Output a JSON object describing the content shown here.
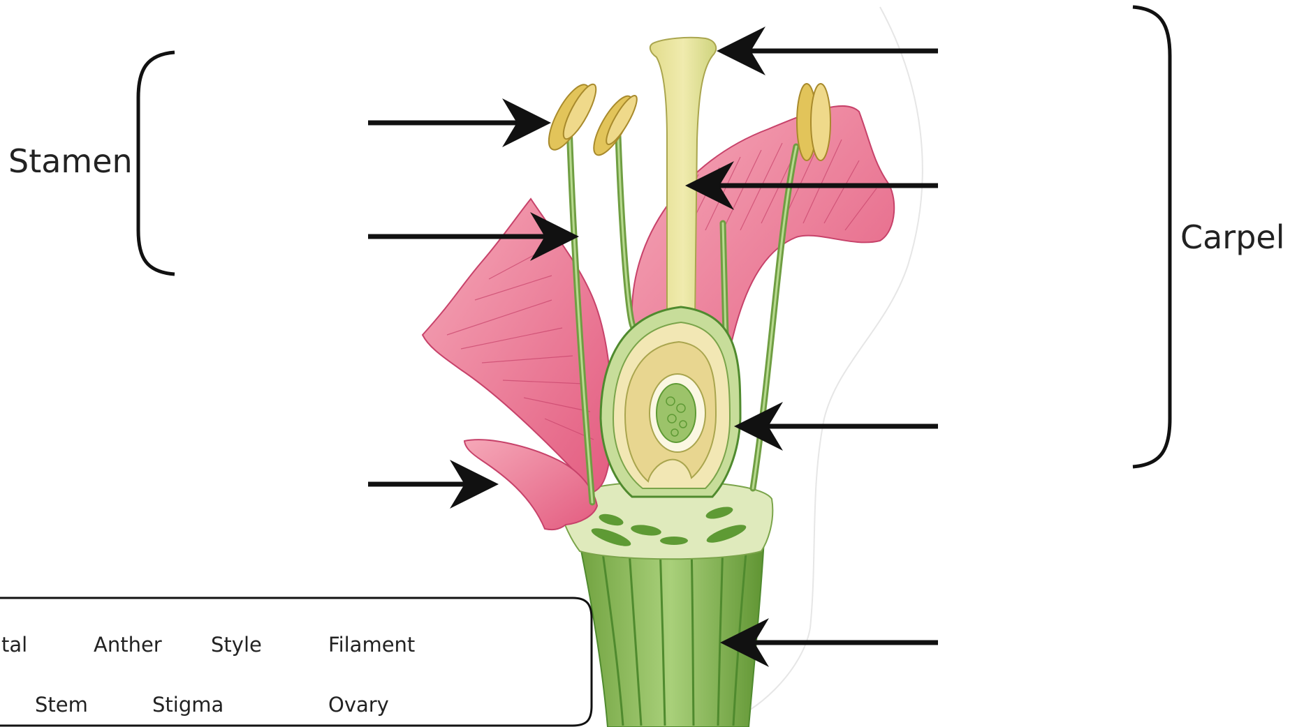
{
  "brackets": {
    "stamen_label": "Stamen",
    "carpel_label": "Carpel"
  },
  "word_bank": {
    "row1": [
      "tal",
      "Anther",
      "Style",
      "Filament"
    ],
    "row2": [
      "Stem",
      "Stigma",
      "Ovary"
    ]
  },
  "colors": {
    "petal": "#e9718f",
    "petal_light": "#f5a8b8",
    "stem_green": "#8fbf5a",
    "dark_green": "#4f8a2e",
    "pale_green": "#d8e8b4",
    "yellow": "#e9d98a",
    "anther": "#e2c45a",
    "arrow": "#111111"
  },
  "icons": [
    "arrow-right-icon",
    "arrow-left-icon"
  ]
}
